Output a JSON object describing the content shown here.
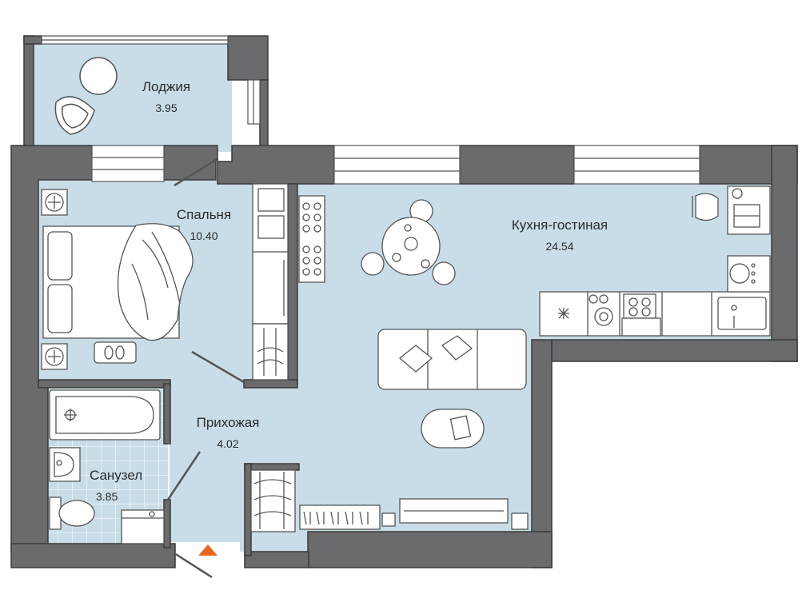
{
  "colors": {
    "floor": "#c9dde8",
    "wall": "#6b6b6e",
    "wall_outline": "#3a3a3a",
    "furniture_fill": "#ffffff",
    "furniture_line": "#555555",
    "tile_line": "#ffffff",
    "entrance_marker": "#e8671f"
  },
  "rooms": {
    "loggia": {
      "name": "Лоджия",
      "area": "3.95"
    },
    "bedroom": {
      "name": "Спальня",
      "area": "10.40"
    },
    "kitchen_living": {
      "name": "Кухня-гостиная",
      "area": "24.54"
    },
    "hallway": {
      "name": "Прихожая",
      "area": "4.02"
    },
    "bathroom": {
      "name": "Санузел",
      "area": "3.85"
    }
  },
  "icons": {
    "entrance": "triangle-up",
    "furniture": [
      "round-table",
      "chairs",
      "double-bed",
      "sofa",
      "armchair",
      "bathtub",
      "toilet",
      "washbasin",
      "washing-machine",
      "stove",
      "sink",
      "wardrobe",
      "desk",
      "laptop",
      "tv-stand",
      "coffee-table"
    ]
  }
}
